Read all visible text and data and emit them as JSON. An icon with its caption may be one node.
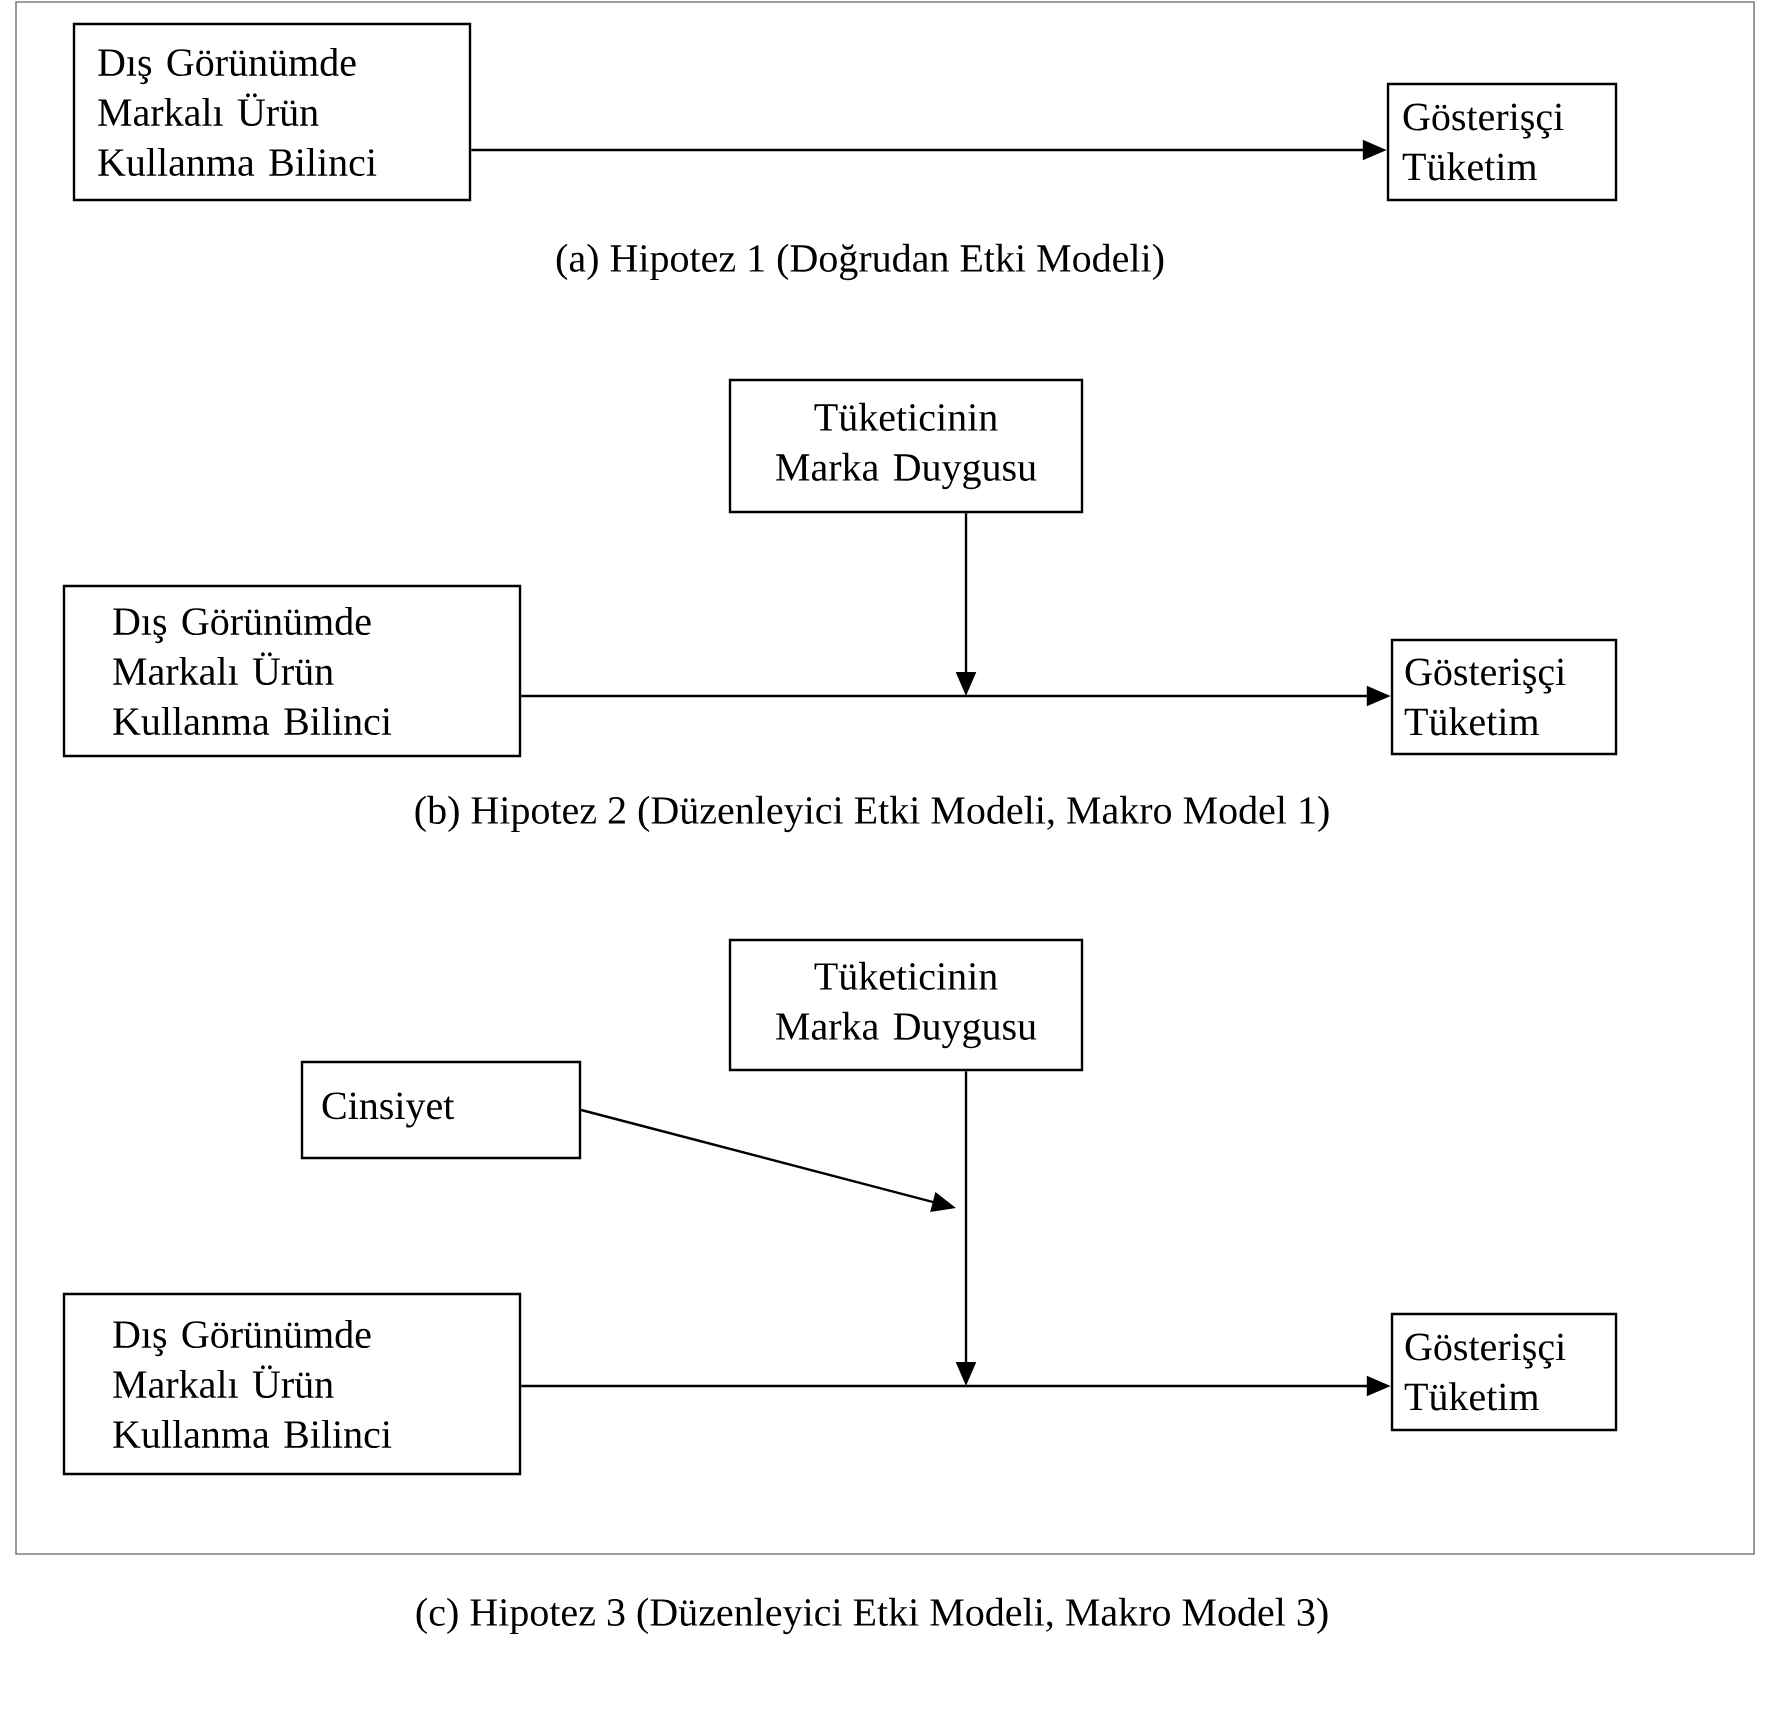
{
  "diagram": {
    "nodes": [
      {
        "text": [
          "Dış Görünümde Markalı Ürün Kullanma Bilinci"
        ]
      },
      {
        "text": [
          "Gösterişçi Tüketim"
        ]
      },
      {
        "text": [
          "Tüketicinin Marka Duygusu"
        ]
      },
      {
        "text": [
          "Dış Görünümde Markalı Ürün Kullanma Bilinci"
        ]
      },
      {
        "text": [
          "Gösterişçi Tüketim"
        ]
      },
      {
        "text": [
          "Tüketicinin Marka Duygusu"
        ]
      },
      {
        "text": [
          "Cinsiyet"
        ]
      },
      {
        "text": [
          "Dış Görünümde Markalı Ürün Kullanma Bilinci"
        ]
      },
      {
        "text": [
          "Gösterişçi Tüketim"
        ]
      }
    ],
    "edges": [
      {
        "from": 0,
        "to": 1,
        "arrow": "to"
      },
      {
        "from": 2,
        "to": null,
        "arrow": "to"
      },
      {
        "from": 3,
        "to": 4,
        "arrow": "to"
      },
      {
        "from": 5,
        "to": null,
        "arrow": "to"
      },
      {
        "from": 6,
        "to": null,
        "arrow": "to"
      },
      {
        "from": 7,
        "to": 8,
        "arrow": "to"
      }
    ],
    "labels": [
      "(a) Hipotez 1 (Doğrudan Etki Modeli)",
      "(b) Hipotez 2 (Düzenleyici Etki Modeli, Makro Model 1)",
      "(c) Hipotez 3 (Düzenleyici Etki Modeli, Makro Model 3)"
    ]
  }
}
